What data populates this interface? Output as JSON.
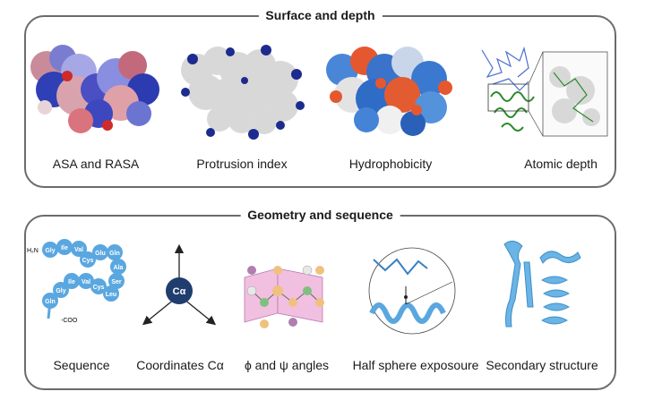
{
  "panels": {
    "surface": {
      "title": "Surface and depth",
      "items": [
        "ASA and RASA",
        "Protrusion index",
        "Hydrophobicity",
        "Atomic depth"
      ]
    },
    "geometry": {
      "title": "Geometry and sequence",
      "items": [
        "Sequence",
        "Coordinates Cα",
        "ϕ and ψ angles",
        "Half sphere exposoure",
        "Secondary structure"
      ],
      "sequence_residues": [
        "Gly",
        "Ile",
        "Val",
        "Cys",
        "Glu",
        "Gln",
        "Ala",
        "Ser",
        "Leu",
        "Cys",
        "Val",
        "Ile",
        "Gly",
        "Gln"
      ],
      "seq_start": "H₂N",
      "seq_end": "COO",
      "ca_label": "Cα"
    }
  },
  "colors": {
    "blue": "#2e5cb8",
    "red": "#e05533",
    "light_blue": "#5aa7e0",
    "dark_navy": "#1f3d6e"
  }
}
